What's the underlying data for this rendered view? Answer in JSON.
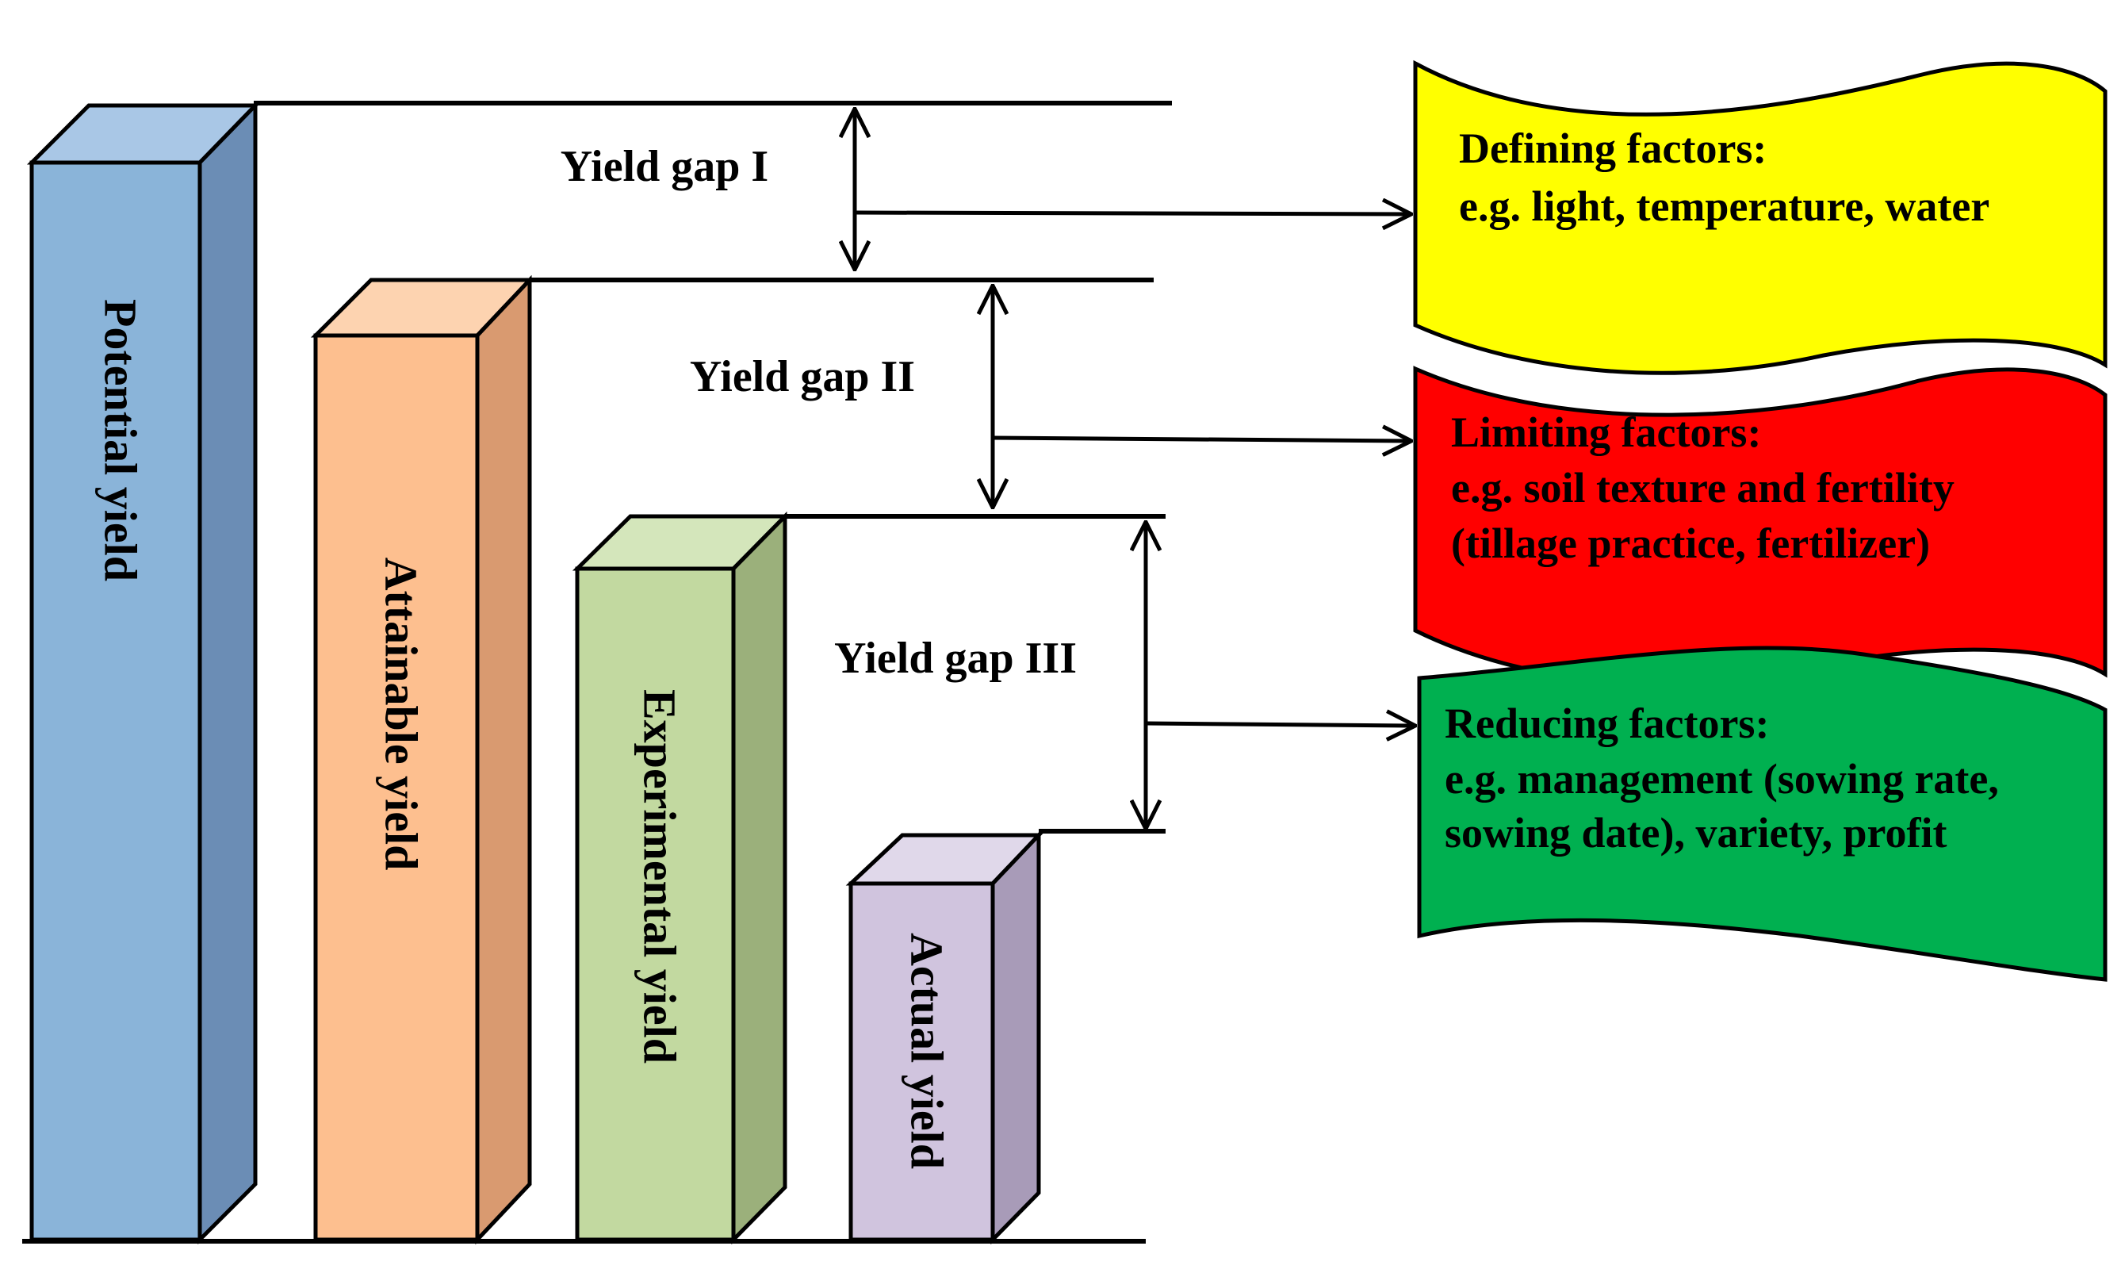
{
  "bars": [
    {
      "label": "Potential yield",
      "front": "#8ab4d9",
      "top": "#a9c7e6",
      "side": "#6b8db5"
    },
    {
      "label": "Attainable yield",
      "front": "#fdbf8f",
      "top": "#fdd3b0",
      "side": "#d99a70"
    },
    {
      "label": "Experimental  yield",
      "front": "#c2d9a0",
      "top": "#d4e6bb",
      "side": "#9bb07b"
    },
    {
      "label": "Actual yield",
      "front": "#d0c4de",
      "top": "#e0d8ea",
      "side": "#a89bb8"
    }
  ],
  "gaps": [
    {
      "label": "Yield gap I"
    },
    {
      "label": "Yield gap II"
    },
    {
      "label": "Yield gap III"
    }
  ],
  "factors": [
    {
      "title": "Defining factors:",
      "lines": [
        "e.g. light, temperature, water"
      ],
      "color": "#ffff00"
    },
    {
      "title": "Limiting factors:",
      "lines": [
        "e.g. soil texture and fertility",
        "(tillage practice, fertilizer)"
      ],
      "color": "#ff0000"
    },
    {
      "title": "Reducing factors:",
      "lines": [
        "e.g. management (sowing rate,",
        "sowing date), variety, profit"
      ],
      "color": "#00b050"
    }
  ]
}
